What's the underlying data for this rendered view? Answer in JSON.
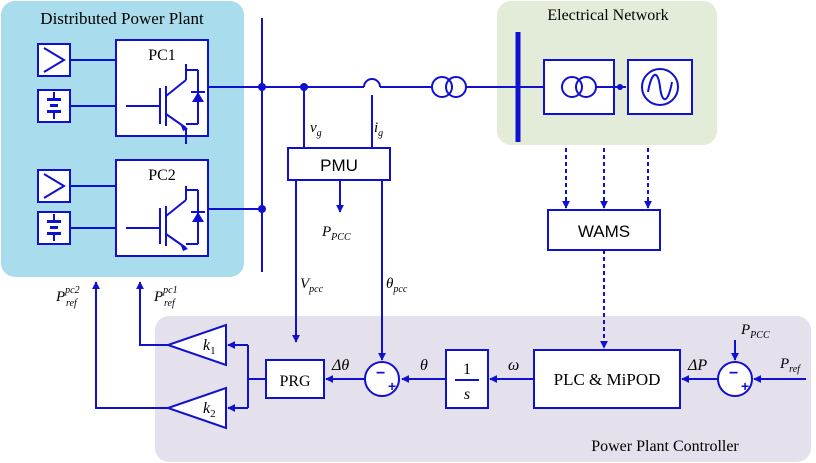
{
  "regions": {
    "plant": "Distributed Power Plant",
    "network": "Electrical Network",
    "controller": "Power Plant Controller"
  },
  "blocks": {
    "pc1": "PC1",
    "pc2": "PC2",
    "pmu": "PMU",
    "wams": "WAMS",
    "prg": "PRG",
    "plc": "PLC & MiPOD",
    "integrator_num": "1",
    "integrator_den": "s"
  },
  "gains": {
    "k1": {
      "base": "k",
      "sub": "1"
    },
    "k2": {
      "base": "k",
      "sub": "2"
    }
  },
  "signals": {
    "vg": {
      "base": "v",
      "sub": "g"
    },
    "ig": {
      "base": "i",
      "sub": "g"
    },
    "p_pcc_out": {
      "base": "P",
      "sub": "PCC"
    },
    "v_pcc": {
      "base": "V",
      "sub": "pcc"
    },
    "theta_pcc": {
      "base": "θ",
      "sub": "pcc"
    },
    "p_pcc_in": {
      "base": "P",
      "sub": "PCC"
    },
    "p_ref": {
      "base": "P",
      "sub": "ref"
    },
    "p_ref_pc2": {
      "base": "P",
      "sub": "ref",
      "sup": "pc2"
    },
    "p_ref_pc1": {
      "base": "P",
      "sub": "ref",
      "sup": "pc1"
    },
    "delta_theta": "Δθ",
    "theta": "θ",
    "omega": "ω",
    "delta_p": "ΔP"
  },
  "sum_signs": {
    "s1_minus": "−",
    "s1_plus": "+",
    "s2_minus": "−",
    "s2_plus": "+"
  },
  "colors": {
    "line": "#1010d0",
    "plant_bg": "#a9dcec",
    "network_bg": "#e3ecd9",
    "controller_bg": "#e4e0ec",
    "text": "#000000"
  }
}
